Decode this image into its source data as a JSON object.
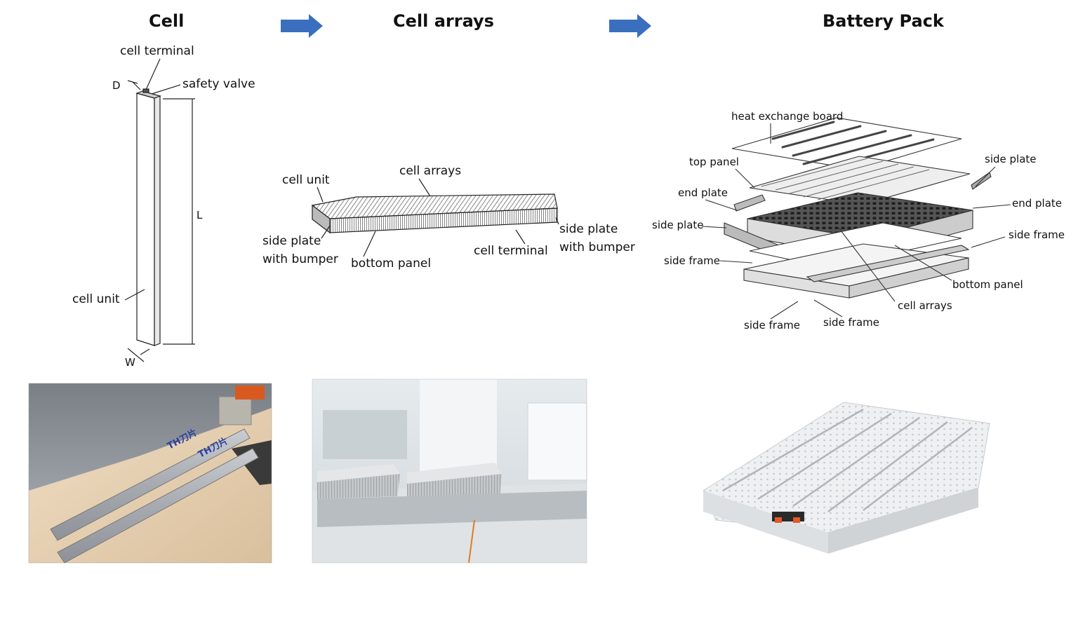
{
  "stages": [
    {
      "title": "Cell"
    },
    {
      "title": "Cell arrays"
    },
    {
      "title": "Battery Pack"
    }
  ],
  "cell_labels": {
    "cell_terminal": "cell terminal",
    "safety_valve": "safety valve",
    "cell_unit": "cell unit",
    "dim_d": "D",
    "dim_l": "L",
    "dim_w": "W"
  },
  "array_labels": {
    "cell_unit": "cell unit",
    "cell_arrays": "cell arrays",
    "side_plate_left_1": "side plate",
    "side_plate_left_2": "with bumper",
    "bottom_panel": "bottom panel",
    "cell_terminal": "cell terminal",
    "side_plate_right_1": "side plate",
    "side_plate_right_2": "with bumper"
  },
  "pack_labels": {
    "heat_exchange_board": "heat exchange board",
    "top_panel": "top panel",
    "side_plate_right": "side plate",
    "end_plate_left": "end plate",
    "end_plate_right": "end plate",
    "side_plate_left": "side plate",
    "side_frame_right": "side frame",
    "side_frame_left": "side frame",
    "bottom_panel": "bottom panel",
    "cell_arrays": "cell arrays",
    "side_frame_bottom_left": "side frame",
    "side_frame_bottom_right": "side frame"
  },
  "photo_labels": {
    "brand_text": "TH刀片"
  },
  "colors": {
    "arrow": "#3a6fbf",
    "line": "#222222"
  }
}
